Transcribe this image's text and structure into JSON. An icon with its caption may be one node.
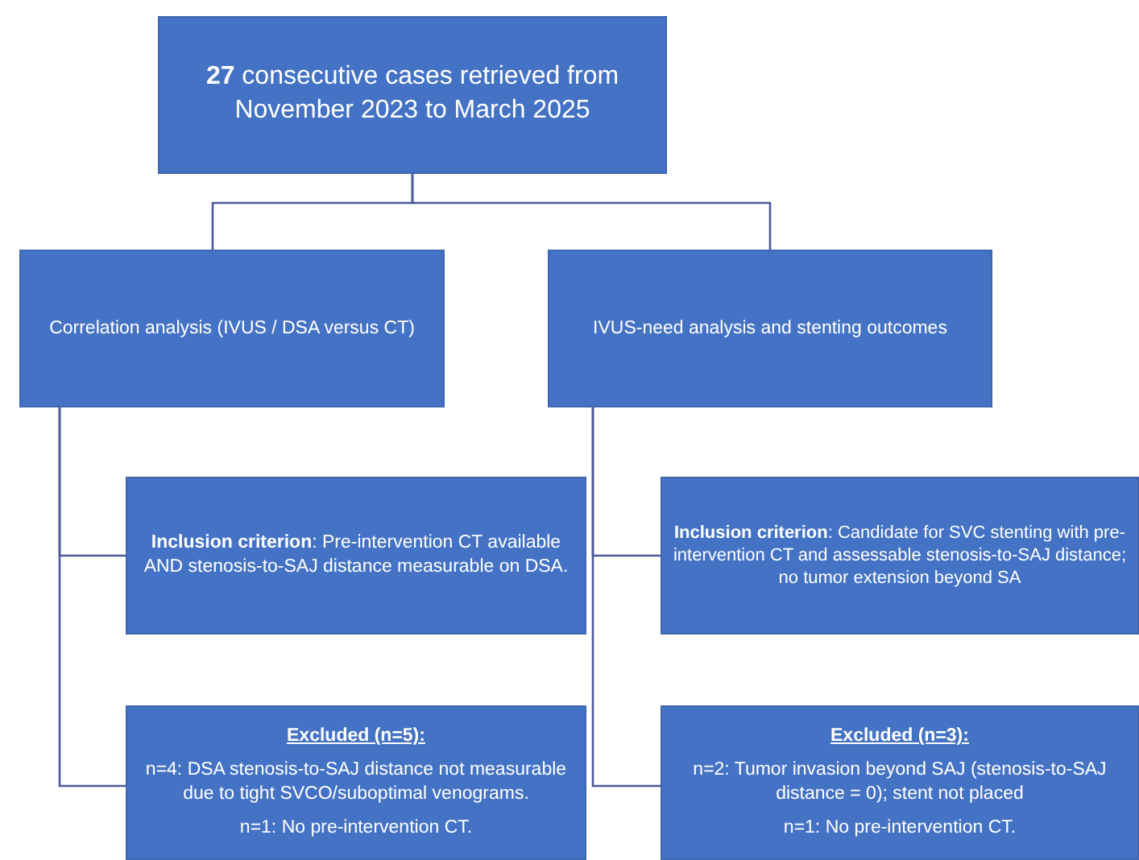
{
  "diagram": {
    "nodes": [
      {
        "text": [
          "**27** consecutive cases retrieved from November 2023 to March 2025"
        ]
      },
      {
        "text": [
          "Correlation analysis (IVUS / DSA versus CT)"
        ]
      },
      {
        "text": [
          "IVUS-need analysis and stenting outcomes"
        ]
      },
      {
        "text": [
          "**Inclusion criterion**: Pre-intervention CT available AND stenosis-to-SAJ distance measurable on DSA."
        ]
      },
      {
        "text": [
          "**Inclusion criterion**: Candidate for SVC stenting with pre-intervention CT and assessable stenosis-to-SAJ distance; no tumor extension beyond SA"
        ]
      },
      {
        "text": [
          "Excluded (n=5):",
          "n=4: DSA stenosis-to-SAJ distance not measurable due to tight SVCO/suboptimal venograms.",
          "n=1: No pre-intervention CT."
        ]
      },
      {
        "text": [
          "Excluded (n=3):",
          "n=2: Tumor invasion beyond SAJ (stenosis-to-SAJ distance = 0); stent not placed",
          "n=1: No pre-intervention CT."
        ]
      }
    ],
    "edges": [
      {
        "from": 0,
        "to": 1,
        "arrow": "none"
      },
      {
        "from": 0,
        "to": 2,
        "arrow": "none"
      },
      {
        "from": 1,
        "to": 3,
        "arrow": "none"
      },
      {
        "from": 1,
        "to": 5,
        "arrow": "none"
      },
      {
        "from": 2,
        "to": 4,
        "arrow": "none"
      },
      {
        "from": 2,
        "to": 6,
        "arrow": "none"
      }
    ]
  }
}
